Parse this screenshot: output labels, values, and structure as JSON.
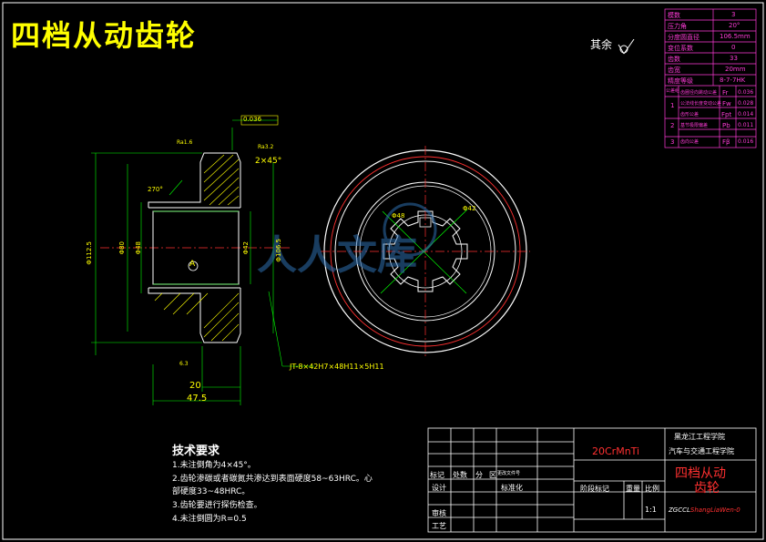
{
  "drawing": {
    "title": "四档从动齿轮",
    "rest_roughness": "其余",
    "material": "20CrMnTi",
    "school_line1": "黑龙江工程学院",
    "school_line2": "汽车与交通工程学院",
    "part_name_line1": "四档从动",
    "part_name_line2": "齿轮",
    "drawing_code": "ZGCCL",
    "drawing_code_suffix": "ShangLiaWen-0",
    "scale": "1:1"
  },
  "param_table": {
    "rows": [
      {
        "label": "模数",
        "value": "3"
      },
      {
        "label": "压力角",
        "value": "20°"
      },
      {
        "label": "分度圆直径",
        "value": "106.5mm"
      },
      {
        "label": "变位系数",
        "value": "0"
      },
      {
        "label": "齿数",
        "value": "33"
      },
      {
        "label": "齿宽",
        "value": "20mm"
      },
      {
        "label": "精度等级",
        "value": "8-7-7HK"
      }
    ],
    "tolerance_header": "公差组",
    "tolerance_rows": [
      {
        "group": "1",
        "name": "齿圈径向跳动公差",
        "sym": "Fr",
        "value": "0.036"
      },
      {
        "group": "1",
        "name": "公法线长度变动公差",
        "sym": "Fw",
        "value": "0.028"
      },
      {
        "group": "2",
        "name": "齿形公差",
        "sym": "Fpt",
        "value": "0.014"
      },
      {
        "group": "2",
        "name": "基节极限偏差",
        "sym": "Pb",
        "value": "0.011"
      },
      {
        "group": "3",
        "name": "齿向公差",
        "sym": "Fβ",
        "value": "0.016"
      }
    ]
  },
  "tech_requirements": {
    "title": "技术要求",
    "items": [
      "1.未注倒角为4×45°。",
      "2.齿轮渗碳或者碳氮共渗达到表面硬度58~63HRC。心",
      "部硬度33~48HRC。",
      "3.齿轮要进行探伤检查。",
      "4.未注倒圆为R=0.5"
    ]
  },
  "title_block": {
    "mark_label": "标记",
    "count_label": "处数",
    "zone_label": "分",
    "zone2_label": "区",
    "doc_label": "更改文件号",
    "design_label": "设计",
    "standard_label": "标准化",
    "review_label": "审核",
    "process_label": "工艺",
    "stage_label": "阶段标记",
    "weight_label": "重量",
    "scale_label": "比例"
  },
  "dims": {
    "chamfer": "2×45°",
    "width_total": "47.5",
    "width_tooth": "20",
    "spline_spec": "JT-8×42H7×48H11×5H11",
    "runout": "0.036",
    "datum": "A",
    "angle": "270°",
    "r1": "Ra1.6",
    "r2": "Ra3.2",
    "d_outer": "Φ112.5",
    "d_pitch": "Φ106.5",
    "d_hub": "Φ80",
    "d_bore": "Φ48",
    "d_inner": "Φ42",
    "d_spline1": "Φ48",
    "d_spline2": "Φ42",
    "roughness_small": "6.3"
  },
  "colors": {
    "frame": "#ffffff",
    "title": "#ffff00",
    "table": "#ff3bd8",
    "centerline": "#ff3030",
    "section": "#ffff00",
    "dims": "#00ff00",
    "watermark": "#2f6fb0"
  }
}
